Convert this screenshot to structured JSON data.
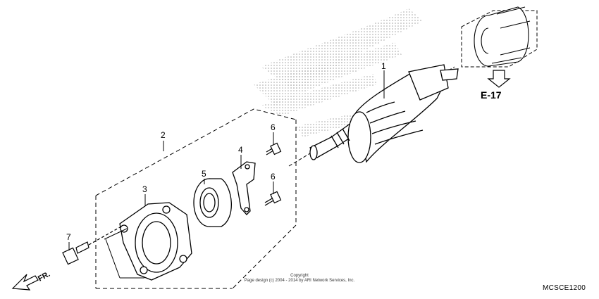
{
  "callouts": {
    "c1": "1",
    "c2": "2",
    "c3": "3",
    "c4": "4",
    "c5": "5",
    "c6a": "6",
    "c6b": "6",
    "c7": "7"
  },
  "reference": {
    "label": "E-17"
  },
  "direction": {
    "label": "FR."
  },
  "copyright": {
    "line1": "Copyright",
    "line2": "Page design (c) 2004 - 2014 by ARI Network Services, Inc."
  },
  "diagram_code": "MCSCE1200"
}
